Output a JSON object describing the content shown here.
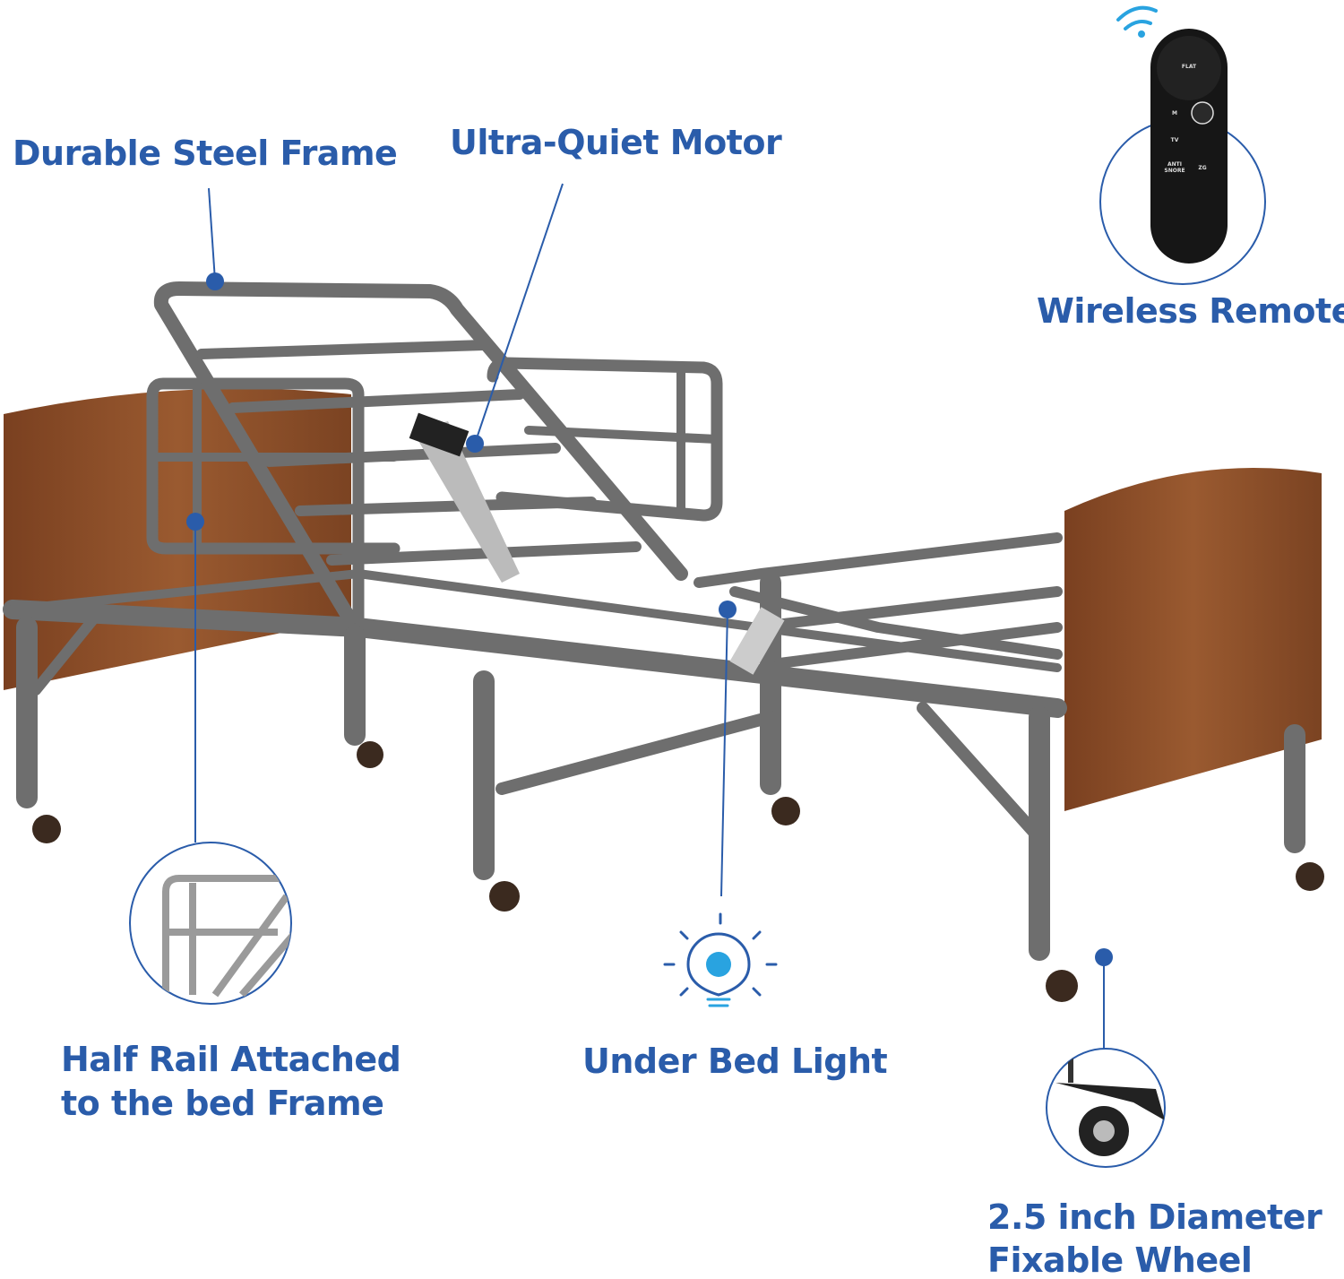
{
  "callouts": {
    "frame": "Durable Steel Frame",
    "motor": "Ultra-Quiet Motor",
    "remote": "Wireless Remote",
    "rail_line1": "Half Rail Attached",
    "rail_line2": "to the bed Frame",
    "light": "Under Bed Light",
    "wheel_line1": "2.5 inch Diameter",
    "wheel_line2": "Fixable Wheel"
  },
  "remote_buttons": {
    "flat": "FLAT",
    "memory": "M",
    "tv": "TV",
    "anti_snore_1": "ANTI",
    "anti_snore_2": "SNORE",
    "zero_g": "ZG"
  },
  "colors": {
    "accent": "#2a5caa",
    "frame_steel": "#6e6e6e",
    "wood": "#8a4e28",
    "light_icon": "#29a3e0"
  }
}
